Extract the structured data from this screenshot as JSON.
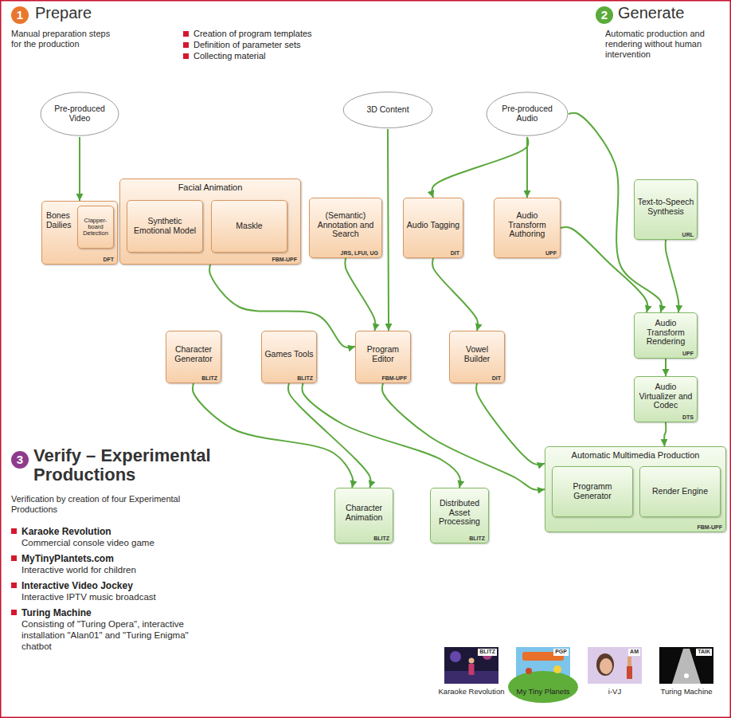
{
  "diagram": {
    "nodes": [
      {
        "text": [
          "1",
          "Prepare",
          "Manual preparation steps for the production",
          "Creation of program templates",
          "Definition of parameter sets",
          "Collecting material"
        ]
      },
      {
        "text": [
          "Pre-produced Video"
        ],
        "in": 0
      },
      {
        "text": [
          "3D Content"
        ],
        "in": 0
      },
      {
        "text": [
          "Pre-produced Audio"
        ],
        "in": 0
      },
      {
        "text": [
          "Bones Dailies",
          "DFT"
        ],
        "in": 0
      },
      {
        "text": [
          "Clapper-board Detection"
        ],
        "in": 4
      },
      {
        "text": [
          "Facial Animation",
          "FBM-UPF"
        ],
        "in": 0
      },
      {
        "text": [
          "Synthetic Emotional Model"
        ],
        "in": 6
      },
      {
        "text": [
          "Maskle"
        ],
        "in": 6
      },
      {
        "text": [
          "(Semantic) Annotation and Search",
          "JRS, LFUI, UG"
        ],
        "in": 0
      },
      {
        "text": [
          "Audio Tagging",
          "DIT"
        ],
        "in": 0
      },
      {
        "text": [
          "Audio Transform Authoring",
          "UPF"
        ],
        "in": 0
      },
      {
        "text": [
          "Character Generator",
          "BLITZ"
        ],
        "in": 0
      },
      {
        "text": [
          "Games Tools",
          "BLITZ"
        ],
        "in": 0
      },
      {
        "text": [
          "Program Editor",
          "FBM-UPF"
        ],
        "in": 0
      },
      {
        "text": [
          "Vowel Builder",
          "DIT"
        ],
        "in": 0
      },
      {
        "text": [
          "2",
          "Generate",
          "Automatic production and rendering without human intervention"
        ]
      },
      {
        "text": [
          "Text-to-Speech Synthesis",
          "URL"
        ],
        "in": 16
      },
      {
        "text": [
          "Audio Transform Rendering",
          "UPF"
        ],
        "in": 16
      },
      {
        "text": [
          "Audio Virtualizer and Codec",
          "DTS"
        ],
        "in": 16
      },
      {
        "text": [
          "Automatic Multimedia Production",
          "FBM-UPF"
        ],
        "in": 16
      },
      {
        "text": [
          "Programm Generator"
        ],
        "in": 20
      },
      {
        "text": [
          "Render Engine"
        ],
        "in": 20
      },
      {
        "text": [
          "Character Animation",
          "BLITZ"
        ],
        "in": 16
      },
      {
        "text": [
          "Distributed Asset Processing",
          "BLITZ"
        ],
        "in": 16
      },
      {
        "text": [
          "3",
          "Verify – Experimental Productions",
          "Verification by creation of four Experimental Productions",
          "Karaoke Revolution",
          "Commercial console video game",
          "MyTinyPlantets.com",
          "Interactive world for children",
          "Interactive Video Jockey",
          "Interactive IPTV music broadcast",
          "Turing Machine",
          "Consisting of \"Turing Opera\", interactive installation \"Alan01\" and \"Turing Enigma\" chatbot"
        ]
      },
      {
        "text": [
          "BLITZ",
          "Karaoke Revolution"
        ],
        "in": 25
      },
      {
        "text": [
          "PGP",
          "My Tiny Planets"
        ],
        "in": 25
      },
      {
        "text": [
          "AM",
          "i-VJ"
        ],
        "in": 25
      },
      {
        "text": [
          "TAIK",
          "Turing Machine"
        ],
        "in": 25
      }
    ],
    "edges": [
      {
        "from": 1,
        "to": 4,
        "arrow": "to"
      },
      {
        "from": 2,
        "to": 14,
        "arrow": "to"
      },
      {
        "from": 3,
        "to": 10,
        "arrow": "to"
      },
      {
        "from": 3,
        "to": 11,
        "arrow": "to"
      },
      {
        "from": 3,
        "to": 18,
        "arrow": "to"
      },
      {
        "from": 9,
        "to": 14,
        "arrow": "to"
      },
      {
        "from": 6,
        "to": 14,
        "arrow": "to"
      },
      {
        "from": 10,
        "to": 15,
        "arrow": "to"
      },
      {
        "from": 11,
        "to": 18,
        "arrow": "to"
      },
      {
        "from": 17,
        "to": 18,
        "arrow": "to"
      },
      {
        "from": 18,
        "to": 19,
        "arrow": "to"
      },
      {
        "from": 19,
        "to": 20,
        "arrow": "to"
      },
      {
        "from": 15,
        "to": 20,
        "arrow": "to"
      },
      {
        "from": 14,
        "to": 20,
        "arrow": "to"
      },
      {
        "from": 12,
        "to": 23,
        "arrow": "to"
      },
      {
        "from": 13,
        "to": 23,
        "arrow": "to"
      },
      {
        "from": 13,
        "to": 24,
        "arrow": "to"
      }
    ]
  }
}
